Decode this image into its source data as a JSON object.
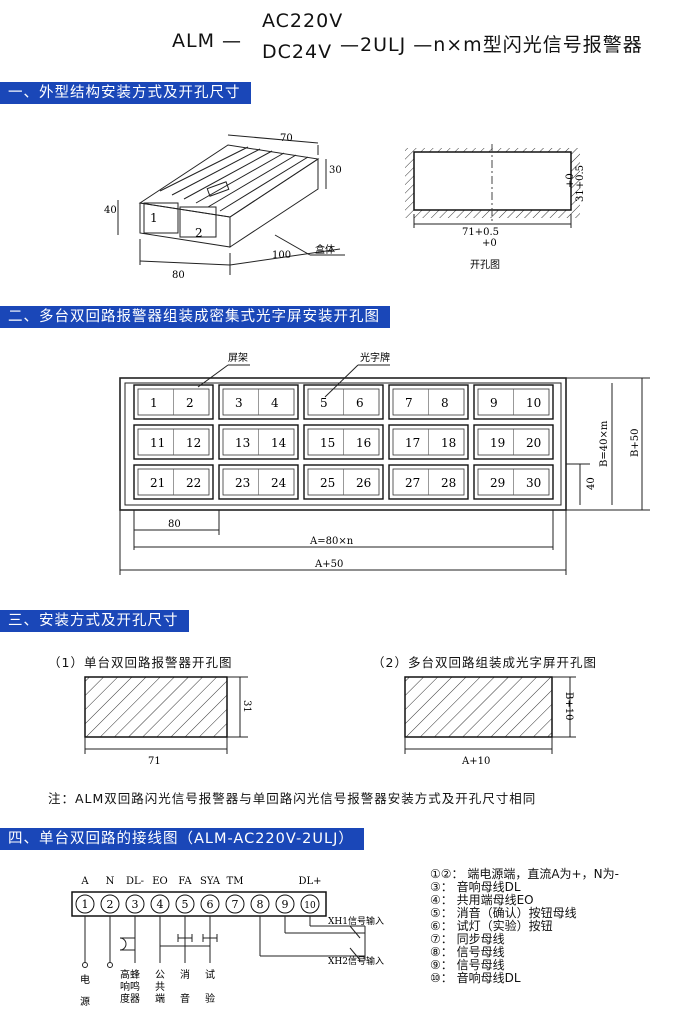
{
  "title": {
    "prefix": "ALM —",
    "voltage_top": "AC220V",
    "voltage_bottom": "DC24V",
    "suffix": "—2ULJ —n×m型闪光信号报警器"
  },
  "sections": {
    "s1": "一、外型结构安装方式及开孔尺寸",
    "s2": "二、多台双回路报警器组装成密集式光字屏安装开孔图",
    "s3": "三、安装方式及开孔尺寸",
    "s4": "四、单台双回路的接线图（ALM-AC220V-2ULJ）"
  },
  "fig1": {
    "dim_70": "70",
    "dim_30": "30",
    "dim_40": "40",
    "dim_80": "80",
    "dim_100": "100",
    "label_1": "1",
    "label_2": "2",
    "box_label": "盒体",
    "hole_h": "31+0.5",
    "hole_h_tol": "+0",
    "hole_w": "71+0.5",
    "hole_w_tol": "+0",
    "hole_caption": "开孔图"
  },
  "fig2": {
    "frame_label": "屏架",
    "lamp_label": "光字牌",
    "cells": [
      [
        "1",
        "2"
      ],
      [
        "3",
        "4"
      ],
      [
        "5",
        "6"
      ],
      [
        "7",
        "8"
      ],
      [
        "9",
        "10"
      ],
      [
        "11",
        "12"
      ],
      [
        "13",
        "14"
      ],
      [
        "15",
        "16"
      ],
      [
        "17",
        "18"
      ],
      [
        "19",
        "20"
      ],
      [
        "21",
        "22"
      ],
      [
        "23",
        "24"
      ],
      [
        "25",
        "26"
      ],
      [
        "27",
        "28"
      ],
      [
        "29",
        "30"
      ]
    ],
    "dim_80": "80",
    "dim_a": "A=80×n",
    "dim_a50": "A+50",
    "dim_40": "40",
    "dim_b": "B=40×m",
    "dim_b50": "B+50"
  },
  "fig3": {
    "cap1": "（1）单台双回路报警器开孔图",
    "cap2": "（2）多台双回路组装成光字屏开孔图",
    "dim_31": "31",
    "dim_71": "71",
    "dim_b10": "B+10",
    "dim_a10": "A+10",
    "note": "注：ALM双回路闪光信号报警器与单回路闪光信号报警器安装方式及开孔尺寸相同"
  },
  "fig4": {
    "top_labels": [
      "A",
      "N",
      "DL-",
      "EO",
      "FA",
      "SYA",
      "TM",
      "DL+"
    ],
    "terminals": [
      "1",
      "2",
      "3",
      "4",
      "5",
      "6",
      "7",
      "8",
      "9",
      "10"
    ],
    "xh1": "XH1信号输入",
    "xh2": "XH2信号输入",
    "bottom": {
      "power": [
        "电",
        "源"
      ],
      "buzzer": [
        "高蜂",
        "响鸣",
        "度器"
      ],
      "common": [
        "公",
        "共",
        "端"
      ],
      "mute": [
        "消",
        "音"
      ],
      "test": [
        "试",
        "验"
      ]
    },
    "legend": [
      "①②： 端电源端，直流A为+，N为-",
      "③： 音响母线DL",
      "④： 共用端母线EO",
      "⑤： 消音（确认）按钮母线",
      "⑥： 试灯（实验）按钮",
      "⑦： 同步母线",
      "⑧： 信号母线",
      "⑨： 信号母线",
      "⑩： 音响母线DL"
    ]
  }
}
